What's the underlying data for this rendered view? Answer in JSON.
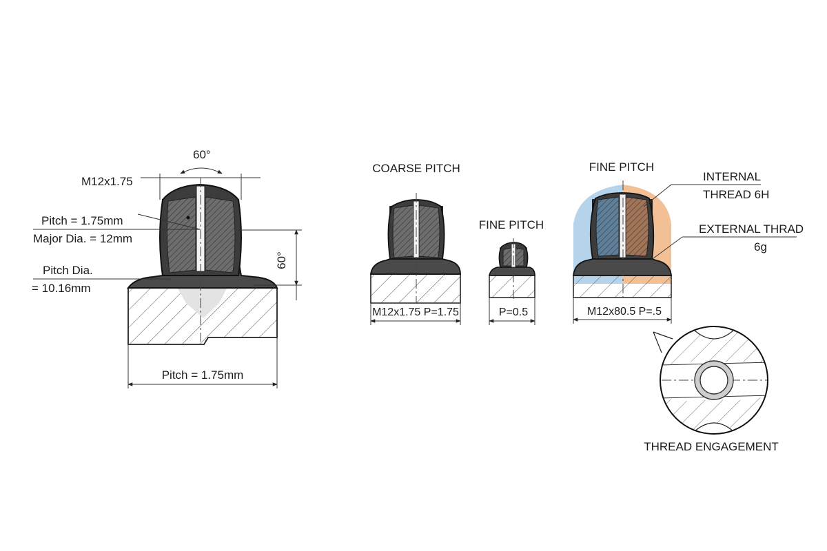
{
  "main_view": {
    "angle_label": "60°",
    "thread_label": "M12x1.75",
    "pitch_label": "Pitch = 1.75mm",
    "major_dia_label": "Major Dia. = 12mm",
    "pitch_dia_line1": "Pitch Dia.",
    "pitch_dia_line2": "= 10.16mm",
    "side_angle_label": "60°",
    "bottom_dim_label": "Pitch = 1.75mm"
  },
  "coarse": {
    "title": "COARSE PITCH",
    "dim_label": "M12x1.75 P=1.75"
  },
  "fine_small": {
    "title": "FINE PITCH",
    "dim_label": "P=0.5"
  },
  "fine_color": {
    "title": "FINE PITCH",
    "dim_label": "M12x80.5 P=.5",
    "internal_line1": "INTERNAL",
    "internal_line2": "THREAD 6H",
    "external_line1": "EXTERNAL THRAD",
    "external_line2": "6g",
    "internal_color": "#9cc4e4",
    "external_color": "#f0b07a"
  },
  "engagement": {
    "label": "THREAD ENGAGEMENT"
  }
}
